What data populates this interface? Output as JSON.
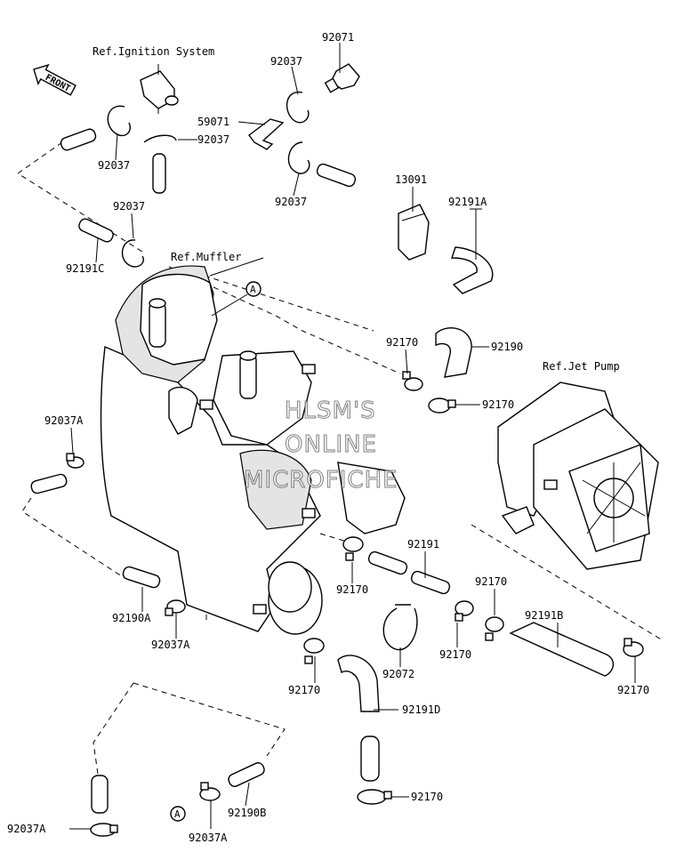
{
  "refs": {
    "ignition": "Ref.Ignition System",
    "muffler": "Ref.Muffler",
    "jet_pump": "Ref.Jet Pump"
  },
  "front_arrow": "FRONT",
  "watermark": [
    "HLSM'S",
    "ONLINE",
    "MICROFICHE"
  ],
  "callout_marker": "A",
  "parts": [
    {
      "id": "p01",
      "label": "92071"
    },
    {
      "id": "p02",
      "label": "92037"
    },
    {
      "id": "p03",
      "label": "59071"
    },
    {
      "id": "p04",
      "label": "92037"
    },
    {
      "id": "p05",
      "label": "92037"
    },
    {
      "id": "p06",
      "label": "92037"
    },
    {
      "id": "p07",
      "label": "13091"
    },
    {
      "id": "p08",
      "label": "92037"
    },
    {
      "id": "p09",
      "label": "92191A"
    },
    {
      "id": "p10",
      "label": "92191C"
    },
    {
      "id": "p11",
      "label": "92170"
    },
    {
      "id": "p12",
      "label": "92190"
    },
    {
      "id": "p13",
      "label": "92170"
    },
    {
      "id": "p14",
      "label": "92037A"
    },
    {
      "id": "p15",
      "label": "92191"
    },
    {
      "id": "p16",
      "label": "92170"
    },
    {
      "id": "p17",
      "label": "92170"
    },
    {
      "id": "p18",
      "label": "92190A"
    },
    {
      "id": "p19",
      "label": "92037A"
    },
    {
      "id": "p20",
      "label": "92191B"
    },
    {
      "id": "p21",
      "label": "92072"
    },
    {
      "id": "p22",
      "label": "92170"
    },
    {
      "id": "p23",
      "label": "92170"
    },
    {
      "id": "p24",
      "label": "92170"
    },
    {
      "id": "p25",
      "label": "92191D"
    },
    {
      "id": "p26",
      "label": "92170"
    },
    {
      "id": "p27",
      "label": "92037A"
    },
    {
      "id": "p28",
      "label": "92037A"
    },
    {
      "id": "p29",
      "label": "92190B"
    }
  ]
}
